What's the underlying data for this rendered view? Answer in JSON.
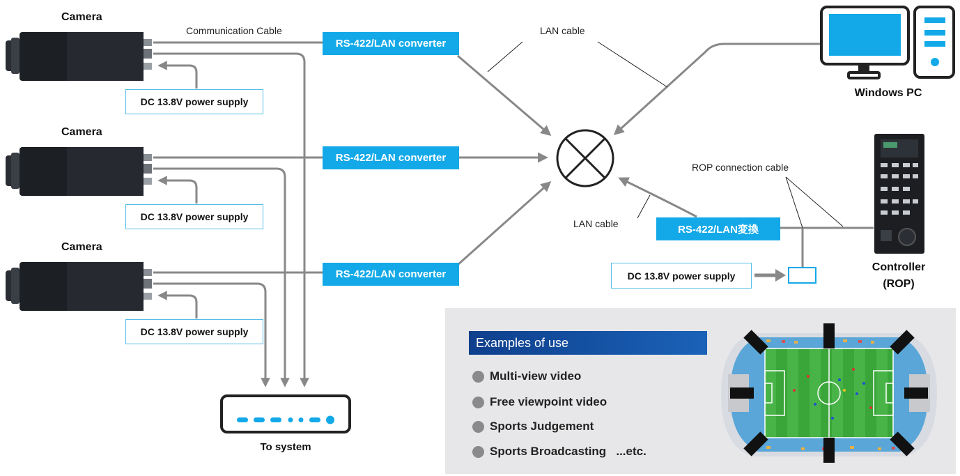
{
  "cameras": [
    {
      "label": "Camera"
    },
    {
      "label": "Camera"
    },
    {
      "label": "Camera"
    }
  ],
  "communication_cable_label": "Communication Cable",
  "converters": [
    "RS-422/LAN converter",
    "RS-422/LAN converter",
    "RS-422/LAN converter"
  ],
  "power_supplies": [
    "DC 13.8V power supply",
    "DC 13.8V power supply",
    "DC 13.8V power supply"
  ],
  "lan_cable_top": "LAN cable",
  "lan_cable_bottom": "LAN cable",
  "windows_pc_label": "Windows PC",
  "rop_connection_cable_label": "ROP connection cable",
  "rop_converter_label": "RS-422/LAN変換",
  "rop_power_supply": "DC 13.8V power supply",
  "controller_label_line1": "Controller",
  "controller_label_line2": "(ROP)",
  "to_system_label": "To system",
  "examples": {
    "title": "Examples of use",
    "items": [
      "Multi-view video",
      "Free viewpoint video",
      "Sports Judgement",
      "Sports Broadcasting   ...etc."
    ]
  },
  "colors": {
    "accent": "#13a9e8",
    "line": "#888888",
    "panel": "#e7e7e9",
    "header_dark": "#0f3f8c",
    "field_green": "#3aa63a"
  }
}
